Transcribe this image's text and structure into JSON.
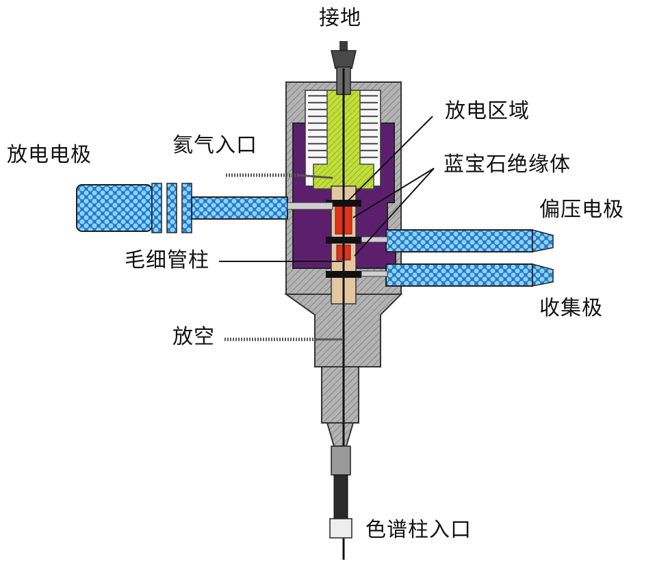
{
  "labels": {
    "ground": "接地",
    "discharge_zone": "放电区域",
    "discharge_electrode": "放电电极",
    "helium_inlet": "氦气入口",
    "sapphire_insulator": "蓝宝石绝缘体",
    "bias_electrode": "偏压电极",
    "capillary_column": "毛细管柱",
    "collector": "收集极",
    "vent": "放空",
    "column_inlet": "色谱柱入口"
  },
  "colors": {
    "housing_gray": "#a8a8a8",
    "insulator_purple": "#5c1f6e",
    "spring_green": "#c3de3a",
    "electrode_blue": "#2f8fd8",
    "discharge_red": "#e03318",
    "insert_tan": "#e2c7a0"
  }
}
